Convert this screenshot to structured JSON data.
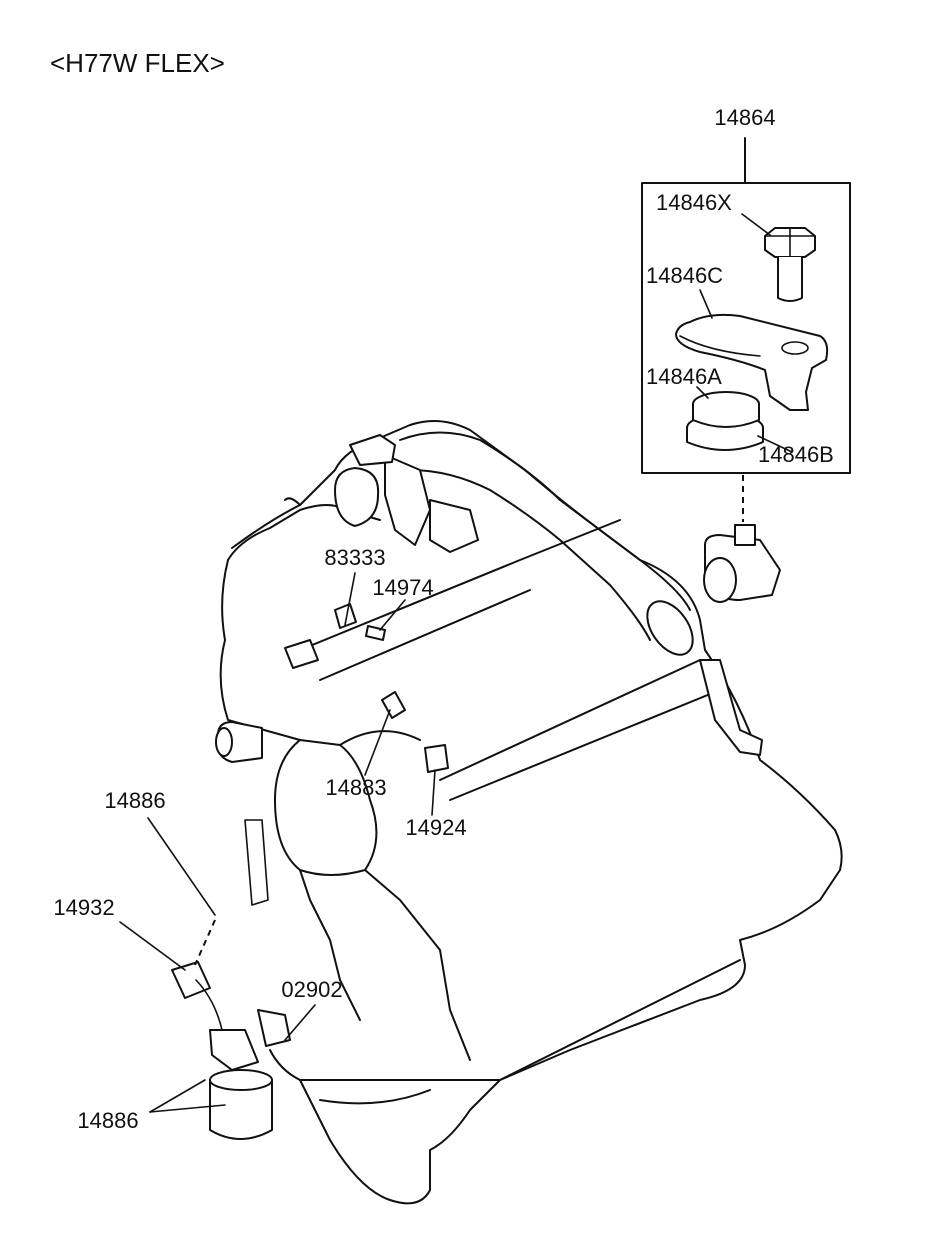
{
  "title": "<H77W FLEX>",
  "labels": {
    "kit": "14864",
    "bolt": "14846X",
    "bracket": "14846C",
    "insulator_top": "14846A",
    "insulator_bottom": "14846B",
    "clip_83333": "83333",
    "bolt_14974": "14974",
    "sensor_14883": "14883",
    "sensor_14924": "14924",
    "pin_14886_top": "14886",
    "sensor_14932": "14932",
    "clamp_02902": "02902",
    "pin_14886_bottom": "14886"
  }
}
